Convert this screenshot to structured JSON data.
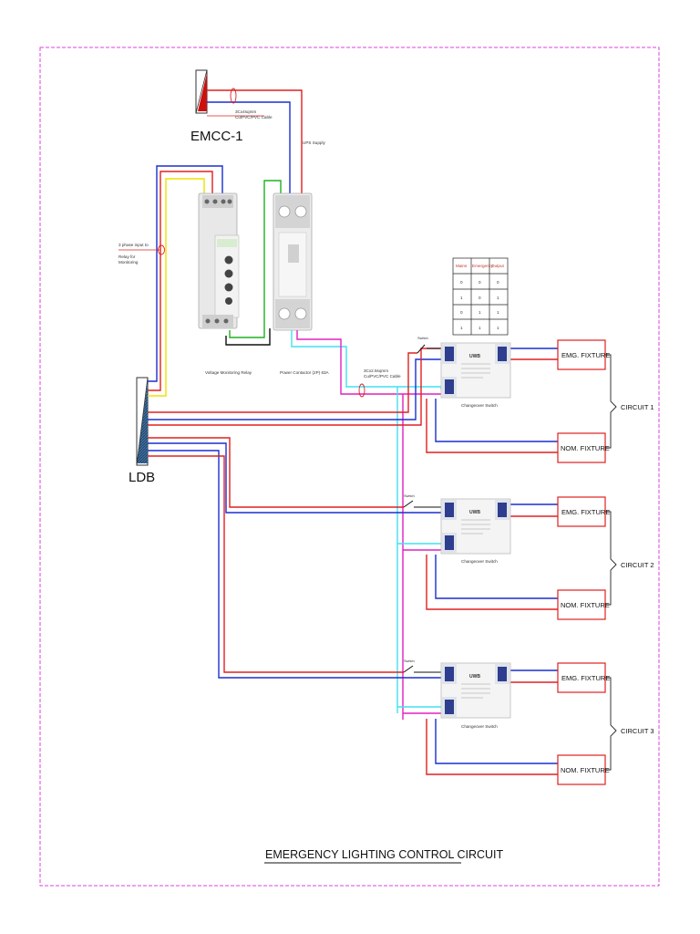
{
  "title": "EMERGENCY LIGHTING CONTROL CIRCUIT",
  "panels": {
    "emcc": "EMCC-1",
    "ldb": "LDB"
  },
  "cables": {
    "emcc_cable_1": "3Cx4sqmm",
    "emcc_cable_2": "Cu/PVC/PVC Cable",
    "ups_supply": "UPS Supply",
    "input_note_1": "3 phase input to",
    "input_note_2": "Relay for",
    "input_note_3": "Monitoring",
    "mid_cable_1": "3Cx2.5sqmm",
    "mid_cable_2": "Cu/PVC/PVC Cable"
  },
  "devices": {
    "relay": "Voltage Monitoring Relay",
    "contactor": "Power Contactor (2P) 63A",
    "changeover": "Changeover Switch",
    "switch": "Switch",
    "brand": "UWB"
  },
  "truth_table": {
    "headers": [
      "Mains",
      "Emergency",
      "Output"
    ],
    "rows": [
      [
        "0",
        "0",
        "0"
      ],
      [
        "1",
        "0",
        "1"
      ],
      [
        "0",
        "1",
        "1"
      ],
      [
        "1",
        "1",
        "1"
      ]
    ]
  },
  "circuits": [
    {
      "label": "CIRCUIT 1",
      "emg": "EMG. FIXTURE",
      "nom": "NOM. FIXTURE"
    },
    {
      "label": "CIRCUIT 2",
      "emg": "EMG. FIXTURE",
      "nom": "NOM. FIXTURE"
    },
    {
      "label": "CIRCUIT 3",
      "emg": "EMG. FIXTURE",
      "nom": "NOM. FIXTURE"
    }
  ],
  "colors": {
    "border": "#e040e0",
    "phase": "#e02020",
    "neutral": "#1a2fd0",
    "earth": "#20b020",
    "yellow": "#f0e000",
    "cyan": "#40e0f0",
    "magenta": "#e020c0"
  }
}
